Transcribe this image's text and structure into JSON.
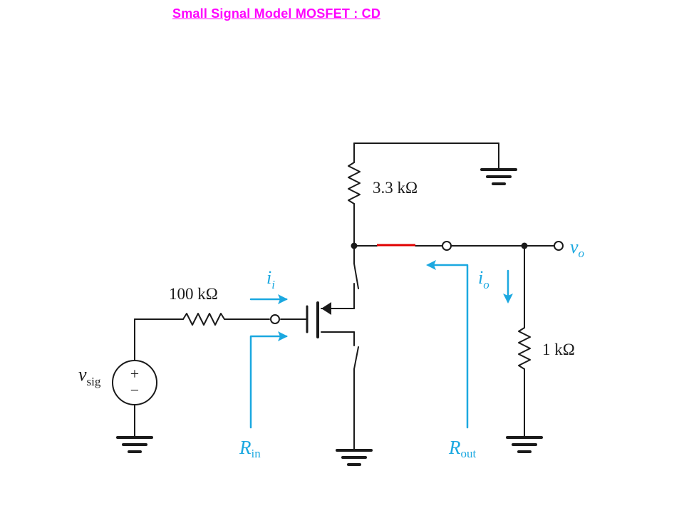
{
  "title": "Small Signal Model MOSFET : CD",
  "labels": {
    "r_drain": "3.3 kΩ",
    "r_sig": "100 kΩ",
    "r_load": "1 kΩ",
    "vsig_main": "v",
    "vsig_sub": "sig",
    "vo_main": "v",
    "vo_sub": "o",
    "ii_main": "i",
    "ii_sub": "i",
    "io_main": "i",
    "io_sub": "o",
    "rin_main": "R",
    "rin_sub": "in",
    "rout_main": "R",
    "rout_sub": "out",
    "plus": "+",
    "minus": "−"
  },
  "colors": {
    "title": "#ff00ff",
    "wire": "#1a1a1a",
    "annotation": "#1ba8e0",
    "highlight": "#e00000"
  }
}
